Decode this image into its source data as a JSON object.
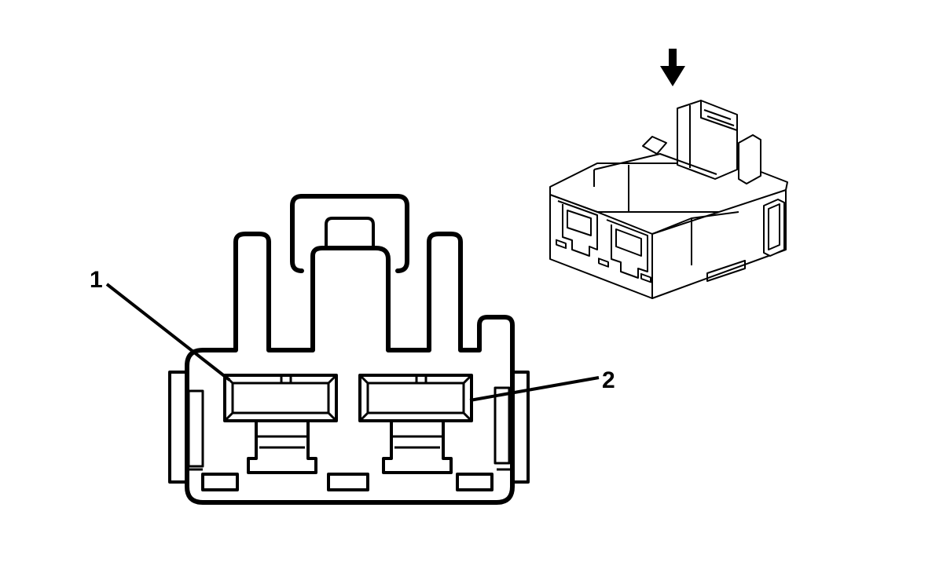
{
  "callouts": [
    {
      "id": "1",
      "label": "1"
    },
    {
      "id": "2",
      "label": "2"
    }
  ],
  "colors": {
    "line": "#000000",
    "background": "#ffffff"
  },
  "icons": [
    "down-arrow-icon"
  ]
}
